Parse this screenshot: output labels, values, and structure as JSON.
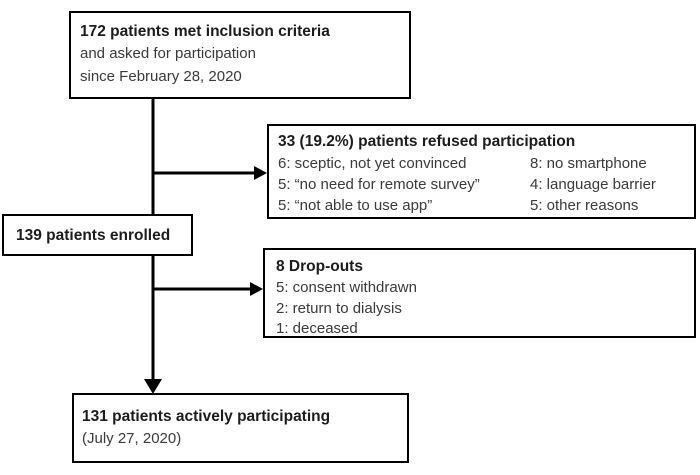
{
  "diagram": {
    "top_box": {
      "title": "172 patients met inclusion criteria",
      "line2": "and asked for participation",
      "line3": "since February 28, 2020"
    },
    "refused_box": {
      "title": "33 (19.2%) patients refused participation",
      "left_items": [
        "6: sceptic, not yet convinced",
        "5: “no need for remote survey”",
        "5: “not able to use app”"
      ],
      "right_items": [
        "8: no smartphone",
        "4: language barrier",
        "5: other reasons"
      ]
    },
    "enrolled_box": {
      "title": "139 patients enrolled"
    },
    "dropout_box": {
      "title": "8 Drop-outs",
      "items": [
        "5: consent withdrawn",
        "2: return to dialysis",
        "1: deceased"
      ]
    },
    "final_box": {
      "title": "131 patients actively participating",
      "line2": "(July 27, 2020)"
    },
    "colors": {
      "border": "#000000",
      "connector": "#000000",
      "background": "#ffffff",
      "title_text": "#1c1c1c",
      "body_text": "#3a3a3a"
    }
  }
}
